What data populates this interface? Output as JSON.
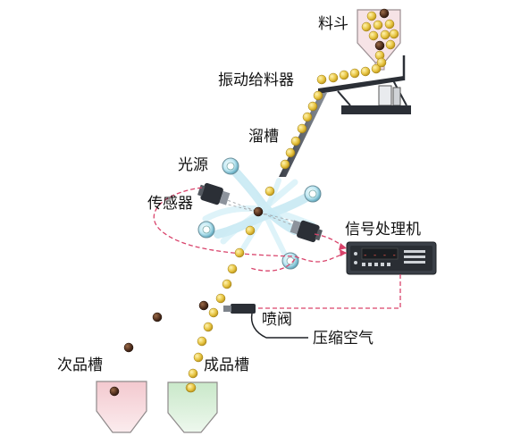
{
  "labels": {
    "hopper": "料斗",
    "feeder": "振动给料器",
    "chute": "溜槽",
    "light_source": "光源",
    "sensor": "传感器",
    "signal_processor": "信号处理机",
    "valve": "喷阀",
    "compressed_air": "压缩空气",
    "reject_bin": "次品槽",
    "accept_bin": "成品槽"
  },
  "display_readout": "- - - -",
  "colors": {
    "good_seed": "#e9c84a",
    "bad_seed": "#5a3422",
    "signal_line": "#d9436b",
    "light_beam": "#9fd8ea",
    "reject_bin_fill": "#f5d8dc",
    "accept_bin_fill": "#dcf0dc",
    "machine_dark": "#2b2f36"
  }
}
